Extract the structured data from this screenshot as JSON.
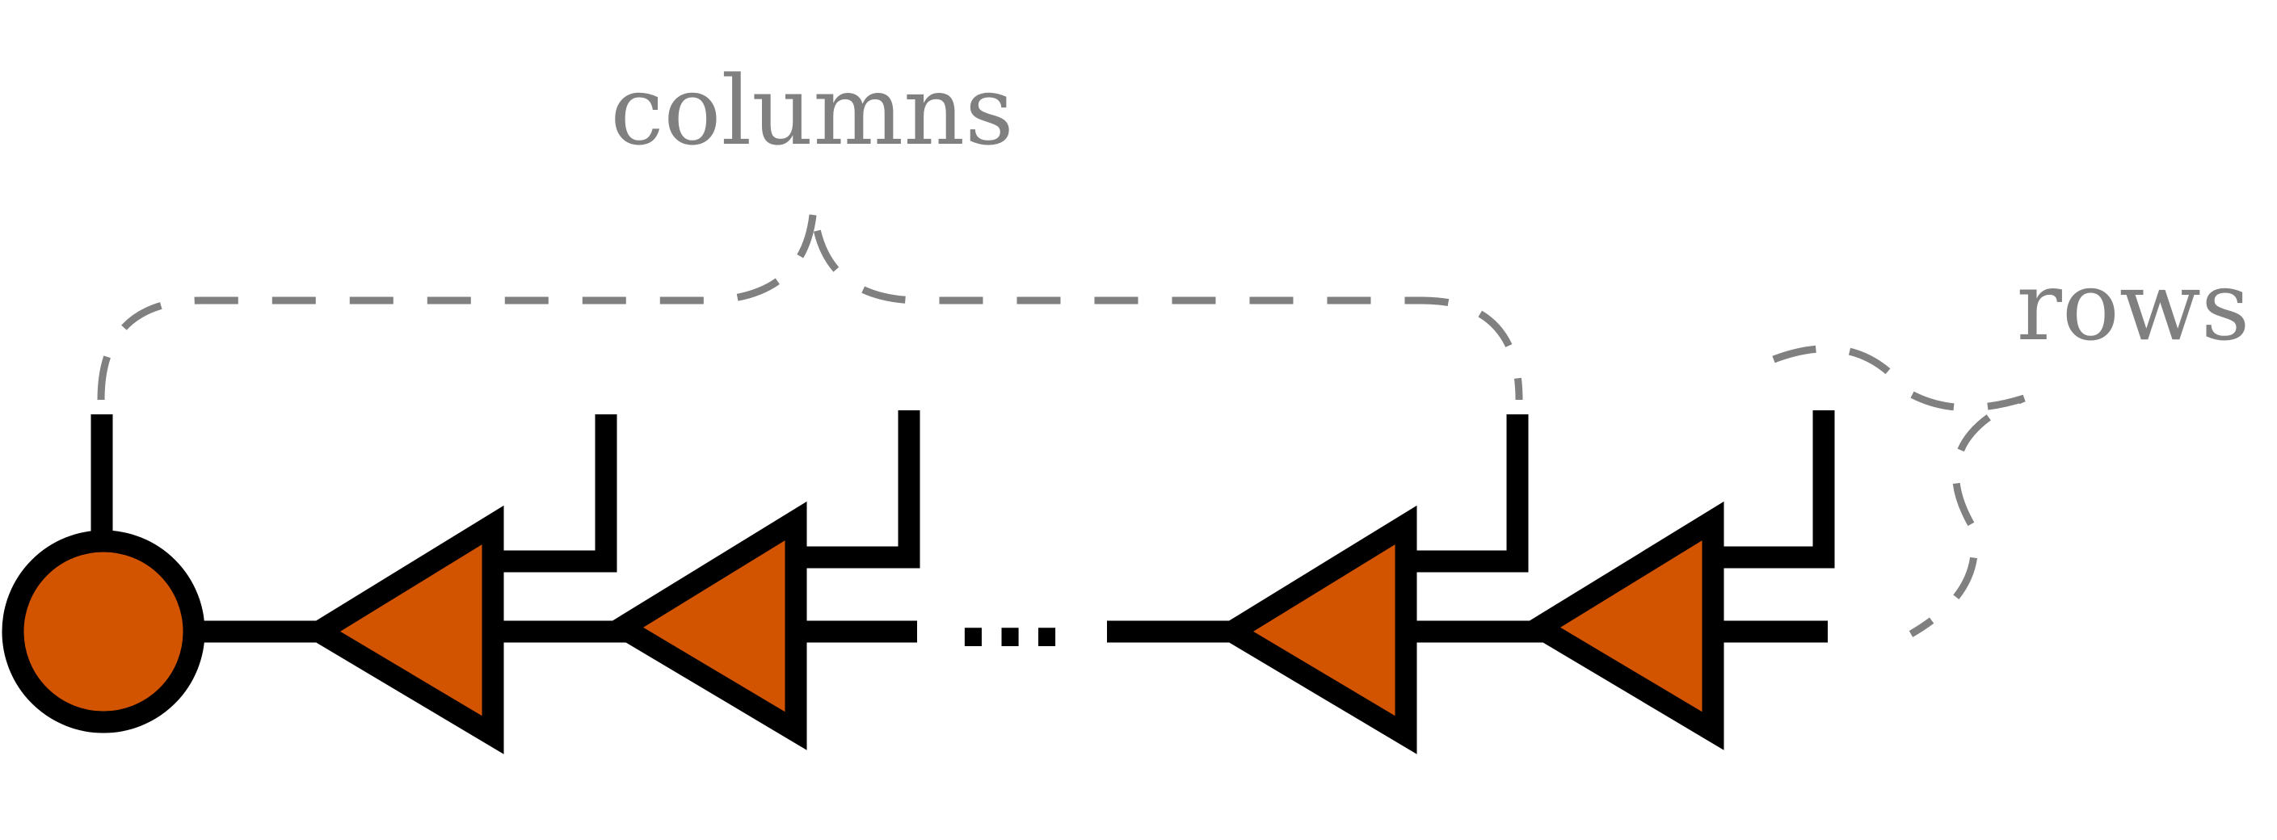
{
  "labels": {
    "columns": "columns",
    "rows": "rows",
    "ellipsis": "..."
  },
  "colors": {
    "node_fill": "#D35400",
    "wire": "#000000",
    "annotation": "#808080",
    "background": "#FFFFFF"
  },
  "icons": {
    "start_node": "circle",
    "site_tensor": "left-pointing-triangle"
  }
}
